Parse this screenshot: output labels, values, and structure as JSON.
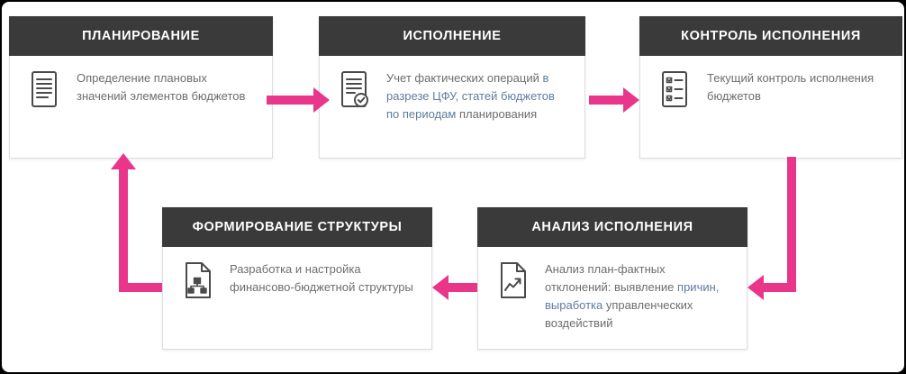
{
  "colors": {
    "accent_pink": "#e9368b",
    "header_bg": "#3a3a3a",
    "text_muted": "#6d6d6d",
    "text_blue": "#5e7d9e",
    "icon_stroke": "#4a4a4a"
  },
  "cards": [
    {
      "id": "planning",
      "title": "ПЛАНИРОВАНИЕ",
      "icon": "document-lines-icon",
      "desc_segments": [
        {
          "text": "Определение плановых значений элементов бюджетов",
          "color": "muted"
        }
      ]
    },
    {
      "id": "execution",
      "title": "ИСПОЛНЕНИЕ",
      "icon": "document-check-icon",
      "desc_segments": [
        {
          "text": "Учет фактических операций ",
          "color": "muted"
        },
        {
          "text": "в разрезе ЦФУ, статей бюджетов по периодам",
          "color": "blue"
        },
        {
          "text": " планирования",
          "color": "muted"
        }
      ]
    },
    {
      "id": "execution-control",
      "title": "КОНТРОЛЬ ИСПОЛНЕНИЯ",
      "icon": "document-checklist-icon",
      "desc_segments": [
        {
          "text": "Текущий контроль исполнения бюджетов",
          "color": "muted"
        }
      ]
    },
    {
      "id": "structure-formation",
      "title": "ФОРМИРОВАНИЕ СТРУКТУРЫ",
      "icon": "document-hierarchy-icon",
      "desc_segments": [
        {
          "text": "Разработка и настройка финансово-бюджетной структуры",
          "color": "muted"
        }
      ]
    },
    {
      "id": "execution-analysis",
      "title": "АНАЛИЗ ИСПОЛНЕНИЯ",
      "icon": "document-chart-icon",
      "desc_segments": [
        {
          "text": "Анализ план-фактных отклонений: выявление ",
          "color": "muted"
        },
        {
          "text": "причин, выработка",
          "color": "blue"
        },
        {
          "text": " управленческих воздействий",
          "color": "muted"
        }
      ]
    }
  ],
  "arrows": [
    {
      "id": "planning-to-execution",
      "direction": "right"
    },
    {
      "id": "execution-to-control",
      "direction": "right"
    },
    {
      "id": "control-to-analysis",
      "direction": "down-then-left"
    },
    {
      "id": "analysis-to-formation",
      "direction": "left"
    },
    {
      "id": "formation-to-planning",
      "direction": "left-then-up"
    }
  ]
}
